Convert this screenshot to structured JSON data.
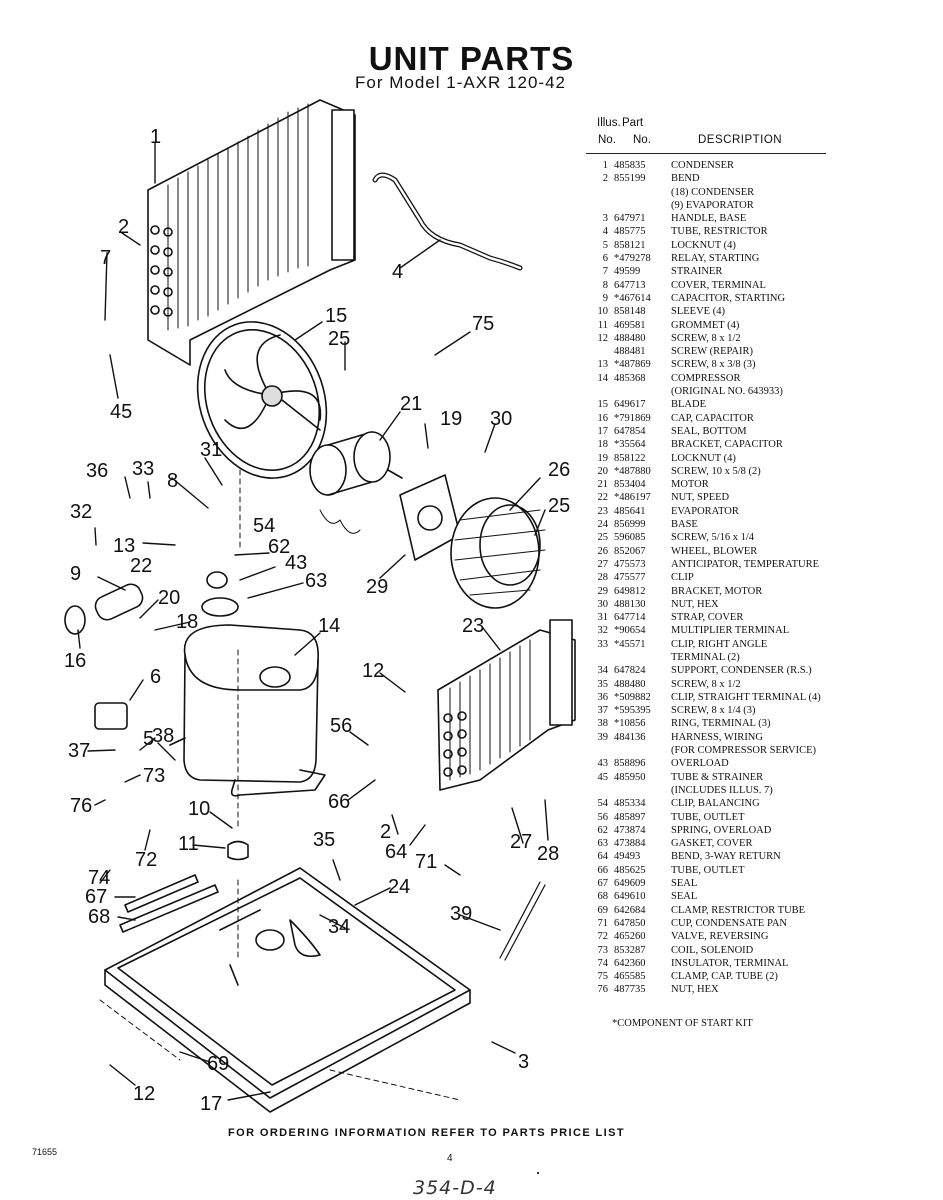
{
  "header": {
    "title": "UNIT PARTS",
    "subtitle": "For Model 1-AXR 120-42"
  },
  "table": {
    "head_no_1": "Illus.",
    "head_no_2": "No.",
    "head_part_1": "Part",
    "head_part_2": "No.",
    "head_desc": "DESCRIPTION",
    "rows": [
      {
        "n": "1",
        "p": "485835",
        "d": "CONDENSER"
      },
      {
        "n": "2",
        "p": "855199",
        "d": "BEND"
      },
      {
        "n": "",
        "p": "",
        "d": "(18) CONDENSER"
      },
      {
        "n": "",
        "p": "",
        "d": "(9) EVAPORATOR"
      },
      {
        "n": "3",
        "p": "647971",
        "d": "HANDLE, BASE"
      },
      {
        "n": "4",
        "p": "485775",
        "d": "TUBE, RESTRICTOR"
      },
      {
        "n": "5",
        "p": "858121",
        "d": "LOCKNUT (4)"
      },
      {
        "n": "6",
        "p": "*479278",
        "d": "RELAY, STARTING"
      },
      {
        "n": "7",
        "p": "49599",
        "d": "STRAINER"
      },
      {
        "n": "8",
        "p": "647713",
        "d": "COVER, TERMINAL"
      },
      {
        "n": "9",
        "p": "*467614",
        "d": "CAPACITOR, STARTING"
      },
      {
        "n": "10",
        "p": "858148",
        "d": "SLEEVE (4)"
      },
      {
        "n": "11",
        "p": "469581",
        "d": "GROMMET (4)"
      },
      {
        "n": "12",
        "p": "488480",
        "d": "SCREW, 8 x 1/2"
      },
      {
        "n": "",
        "p": "488481",
        "d": "SCREW (REPAIR)"
      },
      {
        "n": "13",
        "p": "*487869",
        "d": "SCREW, 8 x 3/8 (3)"
      },
      {
        "n": "14",
        "p": "485368",
        "d": "COMPRESSOR"
      },
      {
        "n": "",
        "p": "",
        "d": "(ORIGINAL NO. 643933)"
      },
      {
        "n": "15",
        "p": "649617",
        "d": "BLADE"
      },
      {
        "n": "16",
        "p": "*791869",
        "d": "CAP, CAPACITOR"
      },
      {
        "n": "17",
        "p": "647854",
        "d": "SEAL, BOTTOM"
      },
      {
        "n": "18",
        "p": "*35564",
        "d": "BRACKET, CAPACITOR"
      },
      {
        "n": "19",
        "p": "858122",
        "d": "LOCKNUT (4)"
      },
      {
        "n": "20",
        "p": "*487880",
        "d": "SCREW, 10 x 5/8 (2)"
      },
      {
        "n": "21",
        "p": "853404",
        "d": "MOTOR"
      },
      {
        "n": "22",
        "p": "*486197",
        "d": "NUT, SPEED"
      },
      {
        "n": "23",
        "p": "485641",
        "d": "EVAPORATOR"
      },
      {
        "n": "24",
        "p": "856999",
        "d": "BASE"
      },
      {
        "n": "25",
        "p": "596085",
        "d": "SCREW, 5/16 x 1/4"
      },
      {
        "n": "26",
        "p": "852067",
        "d": "WHEEL, BLOWER"
      },
      {
        "n": "27",
        "p": "475573",
        "d": "ANTICIPATOR, TEMPERATURE"
      },
      {
        "n": "28",
        "p": "475577",
        "d": "CLIP"
      },
      {
        "n": "29",
        "p": "649812",
        "d": "BRACKET, MOTOR"
      },
      {
        "n": "30",
        "p": "488130",
        "d": "NUT, HEX"
      },
      {
        "n": "31",
        "p": "647714",
        "d": "STRAP, COVER"
      },
      {
        "n": "32",
        "p": "*90654",
        "d": "MULTIPLIER TERMINAL"
      },
      {
        "n": "33",
        "p": "*45571",
        "d": "CLIP, RIGHT ANGLE"
      },
      {
        "n": "",
        "p": "",
        "d": "TERMINAL (2)"
      },
      {
        "n": "34",
        "p": "647824",
        "d": "SUPPORT, CONDENSER (R.S.)"
      },
      {
        "n": "35",
        "p": "488480",
        "d": "SCREW, 8 x 1/2"
      },
      {
        "n": "36",
        "p": "*509882",
        "d": "CLIP, STRAIGHT TERMINAL (4)"
      },
      {
        "n": "37",
        "p": "*595395",
        "d": "SCREW, 8 x 1/4 (3)"
      },
      {
        "n": "38",
        "p": "*10856",
        "d": "RING, TERMINAL (3)"
      },
      {
        "n": "39",
        "p": "484136",
        "d": "HARNESS, WIRING"
      },
      {
        "n": "",
        "p": "",
        "d": "(FOR COMPRESSOR SERVICE)"
      },
      {
        "n": "43",
        "p": "858896",
        "d": "OVERLOAD"
      },
      {
        "n": "45",
        "p": "485950",
        "d": "TUBE & STRAINER"
      },
      {
        "n": "",
        "p": "",
        "d": "(INCLUDES ILLUS. 7)"
      },
      {
        "n": "54",
        "p": "485334",
        "d": "CLIP, BALANCING"
      },
      {
        "n": "56",
        "p": "485897",
        "d": "TUBE, OUTLET"
      },
      {
        "n": "62",
        "p": "473874",
        "d": "SPRING, OVERLOAD"
      },
      {
        "n": "63",
        "p": "473884",
        "d": "GASKET, COVER"
      },
      {
        "n": "64",
        "p": "49493",
        "d": "BEND, 3-WAY RETURN"
      },
      {
        "n": "66",
        "p": "485625",
        "d": "TUBE, OUTLET"
      },
      {
        "n": "67",
        "p": "649609",
        "d": "SEAL"
      },
      {
        "n": "68",
        "p": "649610",
        "d": "SEAL"
      },
      {
        "n": "69",
        "p": "642684",
        "d": "CLAMP, RESTRICTOR TUBE"
      },
      {
        "n": "71",
        "p": "647850",
        "d": "CUP, CONDENSATE PAN"
      },
      {
        "n": "72",
        "p": "465260",
        "d": "VALVE, REVERSING"
      },
      {
        "n": "73",
        "p": "853287",
        "d": "COIL, SOLENOID"
      },
      {
        "n": "74",
        "p": "642360",
        "d": "INSULATOR, TERMINAL"
      },
      {
        "n": "75",
        "p": "465585",
        "d": "CLAMP, CAP. TUBE (2)"
      },
      {
        "n": "76",
        "p": "487735",
        "d": "NUT, HEX"
      }
    ],
    "footnote": "*COMPONENT OF START KIT"
  },
  "diagram_labels": {
    "l1": "1",
    "l2": "2",
    "l7": "7",
    "l45": "45",
    "l4": "4",
    "l75": "75",
    "l15": "15",
    "l25a": "25",
    "l21": "21",
    "l19": "19",
    "l30": "30",
    "l26": "26",
    "l25b": "25",
    "l31": "31",
    "l36": "36",
    "l33": "33",
    "l8": "8",
    "l54": "54",
    "l32": "32",
    "l13": "13",
    "l62": "62",
    "l43": "43",
    "l22": "22",
    "l63": "63",
    "l29": "29",
    "l9": "9",
    "l20": "20",
    "l18": "18",
    "l14": "14",
    "l23": "23",
    "l16": "16",
    "l6": "6",
    "l12a": "12",
    "l38": "38",
    "l56": "56",
    "l37": "37",
    "l5": "5",
    "l73": "73",
    "l76": "76",
    "l10": "10",
    "l66": "66",
    "l2b": "2",
    "l64": "64",
    "l27": "27",
    "l28": "28",
    "l11": "11",
    "l72": "72",
    "l35": "35",
    "l71": "71",
    "l74": "74",
    "l67": "67",
    "l24": "24",
    "l68": "68",
    "l34": "34",
    "l39": "39",
    "l69": "69",
    "l3": "3",
    "l12b": "12",
    "l17": "17"
  },
  "footer": {
    "ordering": "FOR ORDERING INFORMATION REFER TO PARTS PRICE LIST",
    "code": "71655",
    "page": "4",
    "handwritten": "354-D-4"
  }
}
